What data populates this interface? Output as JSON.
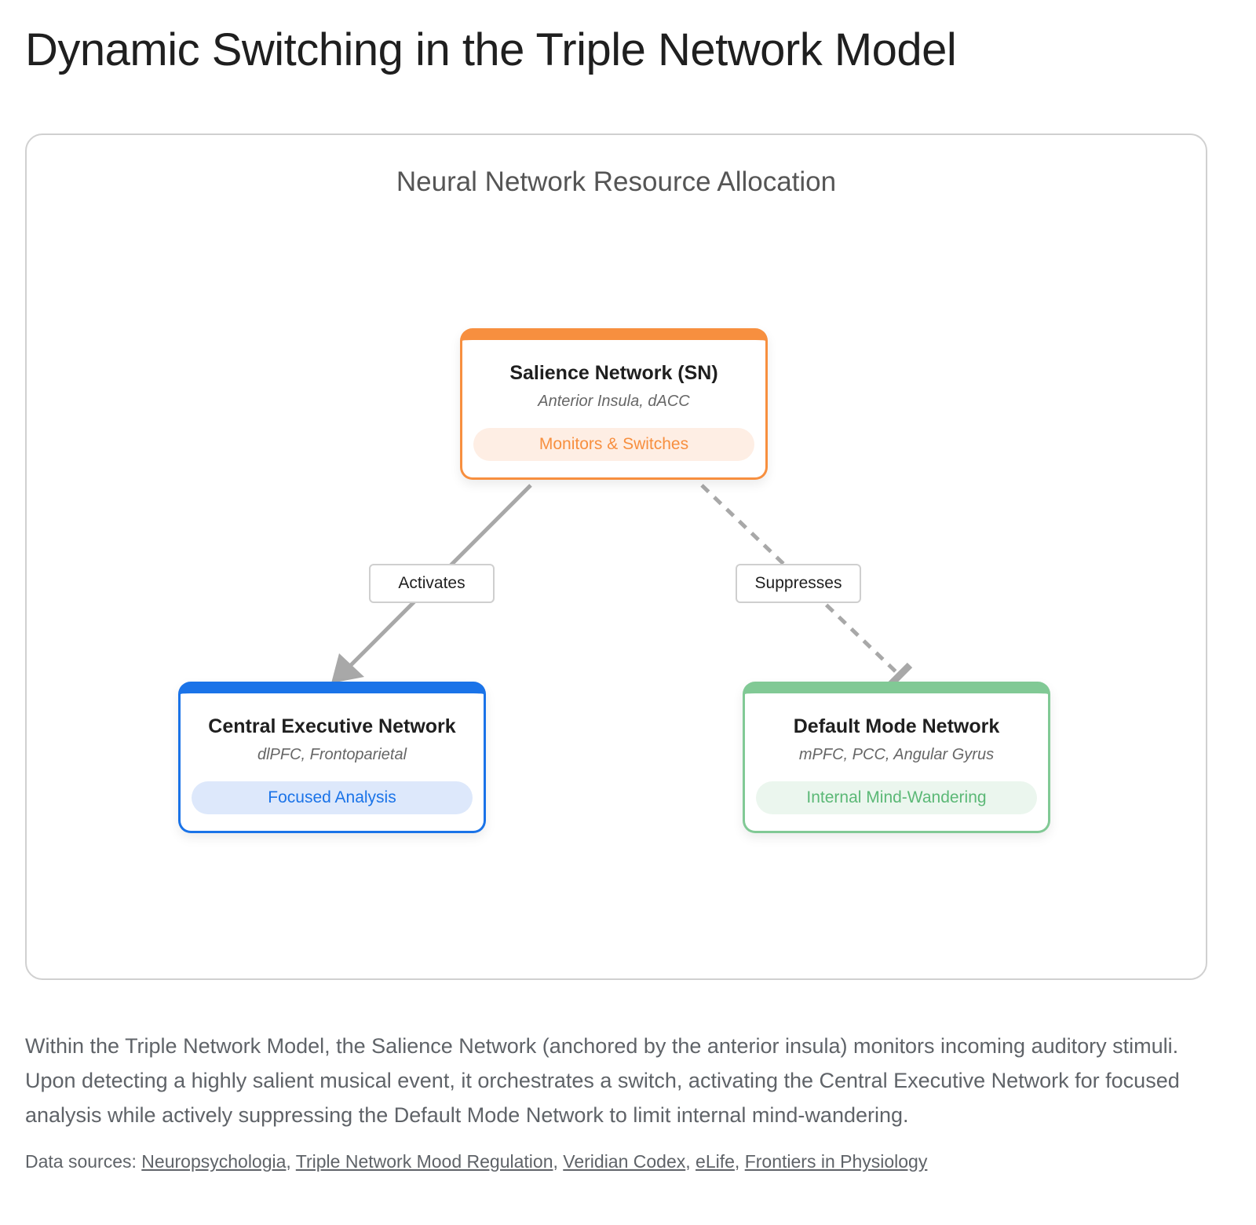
{
  "title": "Dynamic Switching in the Triple Network Model",
  "diagram": {
    "heading": "Neural Network Resource Allocation",
    "nodes": {
      "sn": {
        "title": "Salience Network (SN)",
        "regions": "Anterior Insula, dACC",
        "role": "Monitors & Switches",
        "color": "#f78f3f"
      },
      "cen": {
        "title": "Central Executive Network",
        "regions": "dlPFC, Frontoparietal",
        "role": "Focused Analysis",
        "color": "#1a73e8"
      },
      "dmn": {
        "title": "Default Mode Network",
        "regions": "mPFC, PCC, Angular Gyrus",
        "role": "Internal Mind-Wandering",
        "color": "#81c995"
      }
    },
    "edges": [
      {
        "from": "Salience Network (SN)",
        "to": "Central Executive Network",
        "label": "Activates",
        "style": "solid-arrow"
      },
      {
        "from": "Salience Network (SN)",
        "to": "Default Mode Network",
        "label": "Suppresses",
        "style": "dashed-inhibit"
      }
    ],
    "connector_color": "#a8a8a8"
  },
  "description": "Within the Triple Network Model, the Salience Network (anchored by the anterior insula) monitors incoming auditory stimuli. Upon detecting a highly salient musical event, it orchestrates a switch, activating the Central Executive Network for focused analysis while actively suppressing the Default Mode Network to limit internal mind-wandering.",
  "sources": {
    "prefix": "Data sources:",
    "links": [
      "Neuropsychologia",
      "Triple Network Mood Regulation",
      "Veridian Codex",
      "eLife",
      "Frontiers in Physiology"
    ],
    "separator": ", "
  }
}
